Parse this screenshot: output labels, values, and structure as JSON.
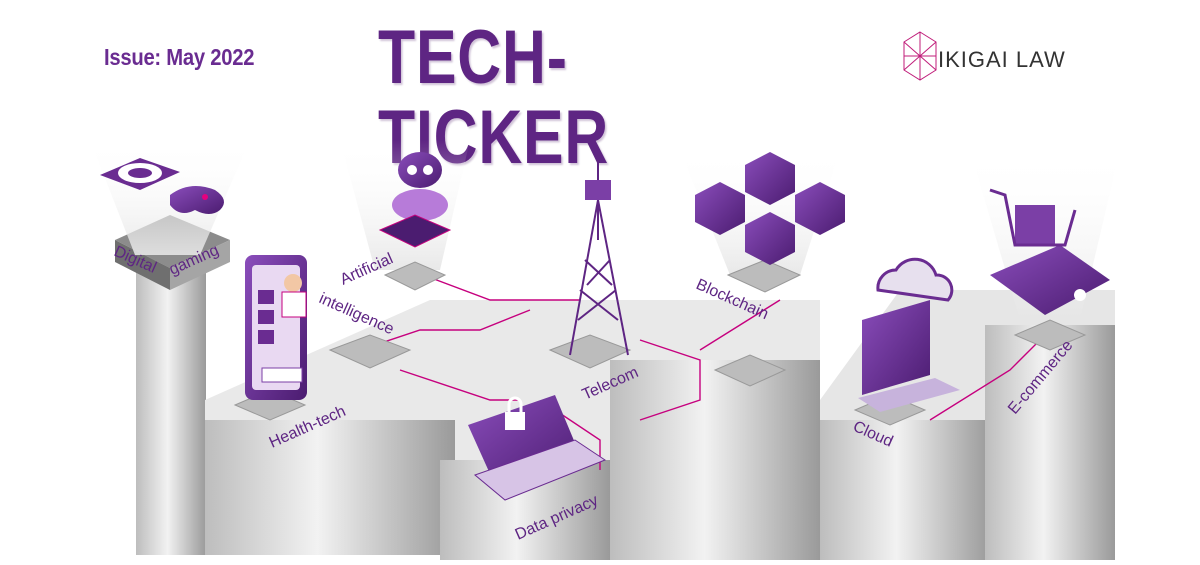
{
  "header": {
    "issue": "Issue: May 2022",
    "title": "TECH-TICKER",
    "brand": "IKIGAI LAW"
  },
  "topics": {
    "gaming_1": "Digital",
    "gaming_2": "gaming",
    "ai_1": "Artificial",
    "ai_2": "intelligence",
    "health": "Health-tech",
    "telecom": "Telecom",
    "blockchain": "Blockchain",
    "privacy": "Data privacy",
    "cloud": "Cloud",
    "ecommerce": "E-commerce"
  },
  "colors": {
    "purple": "#5e2583",
    "accent": "#7b3fa6",
    "line": "#c6007e",
    "grey": "#9e9e9e"
  }
}
